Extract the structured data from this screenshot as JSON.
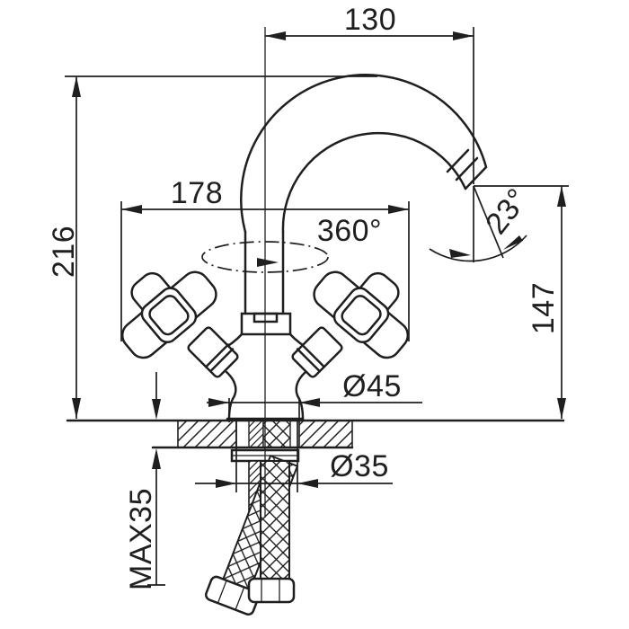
{
  "diagram": {
    "type": "technical-drawing",
    "subject": "Two-handle gooseneck mixer faucet, front elevation with installation dimensions",
    "background": "#ffffff",
    "line_color": "#1f1f1f",
    "dims": {
      "spout_reach": {
        "label": "130"
      },
      "overall_height": {
        "label": "216"
      },
      "handle_span": {
        "label": "178"
      },
      "swivel_rotation": {
        "label": "360°"
      },
      "spout_tilt": {
        "label": "23°"
      },
      "spout_height": {
        "label": "147"
      },
      "base_diameter": {
        "label": "Ø45"
      },
      "hole_diameter": {
        "label": "Ø35"
      },
      "max_deck_thickness": {
        "label": "MAX35"
      }
    }
  }
}
